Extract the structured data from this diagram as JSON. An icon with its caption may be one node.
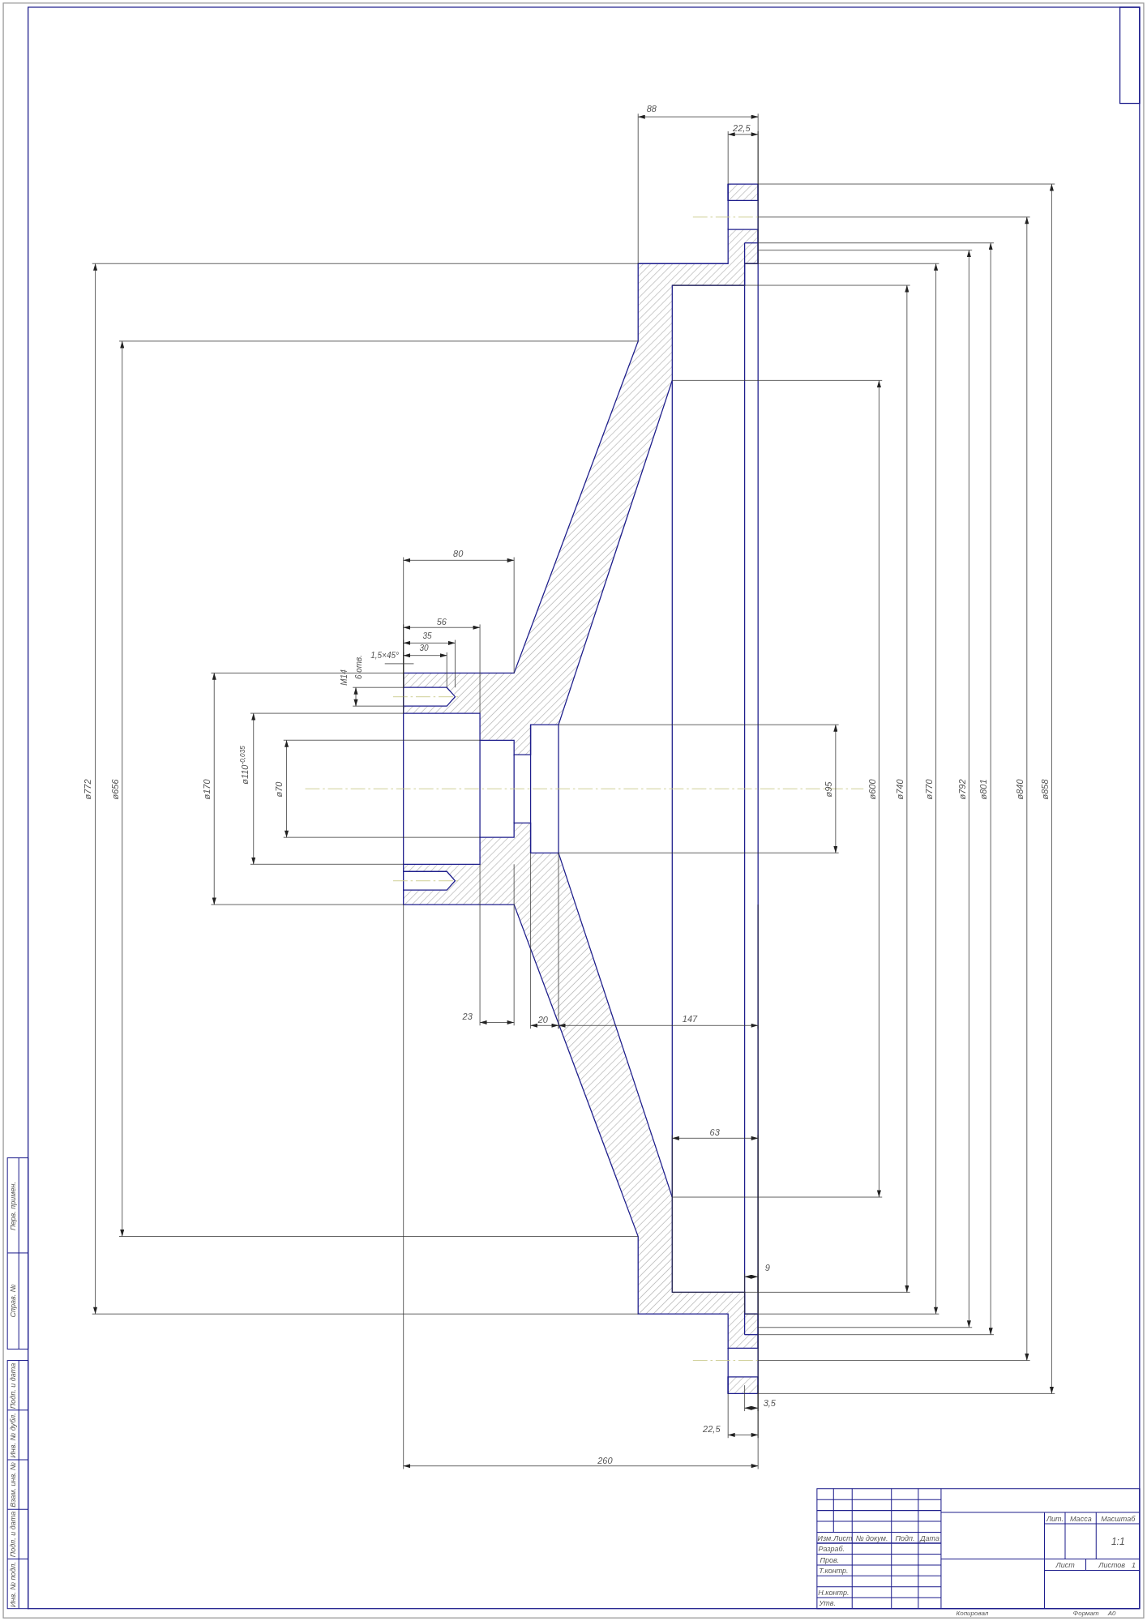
{
  "diagram": {
    "labels": [
      "88",
      "22,5",
      "80",
      "56",
      "35",
      "30",
      "1,5×45°",
      "М14",
      "6 отв.",
      "ø772",
      "ø656",
      "ø170",
      "ø110$^{-0,035}$",
      "ø70",
      "ø95",
      "ø600",
      "ø740",
      "ø770",
      "ø792",
      "ø801",
      "ø840",
      "ø858",
      "23",
      "20",
      "147",
      "63",
      "9",
      "3,5",
      "22,5",
      "260",
      "Перв. примен.",
      "Справ. №",
      "Подп. и дата",
      "Инв. № дубл.",
      "Взам. инв. №",
      "Подп. и дата",
      "Инв. № подл.",
      "Изм.",
      "Лист",
      "№ докум.",
      "Подп.",
      "Дата",
      "Разраб.",
      "Пров.",
      "Т.контр.",
      "Н.контр.",
      "Утв.",
      "Лит.",
      "Масса",
      "Масштаб",
      "1:1",
      "Лист",
      "Листов",
      "1",
      "Копировал",
      "Формат",
      "А0"
    ]
  }
}
